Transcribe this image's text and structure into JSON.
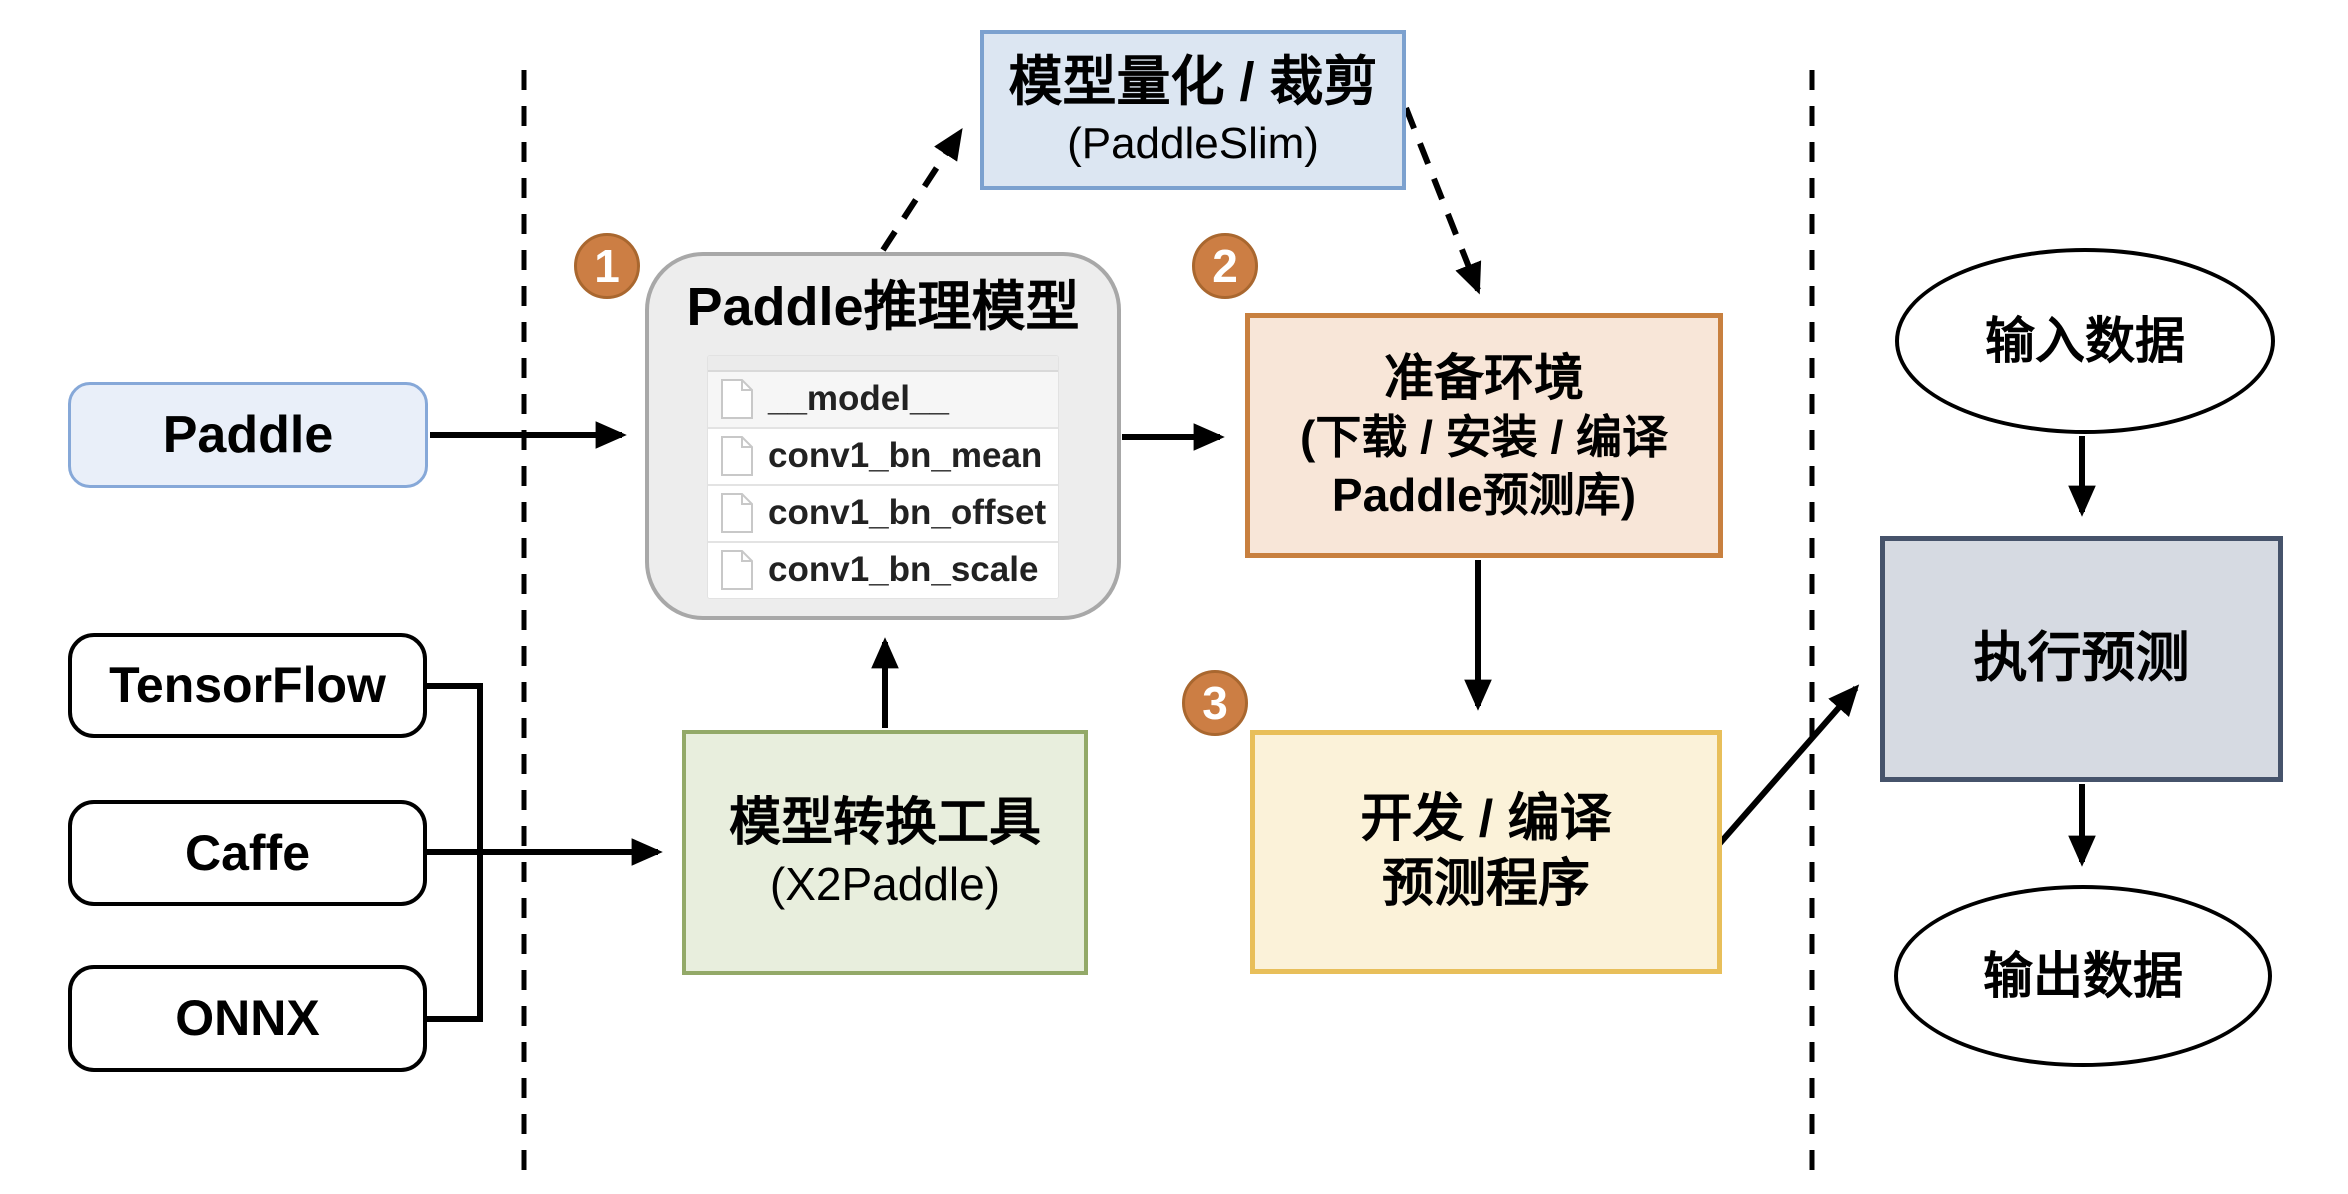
{
  "diagram": {
    "paddleslim": {
      "title": "模型量化 / 裁剪",
      "subtitle": "(PaddleSlim)"
    },
    "inference_model": {
      "title": "Paddle推理模型",
      "files": [
        "__model__",
        "conv1_bn_mean",
        "conv1_bn_offset",
        "conv1_bn_scale"
      ]
    },
    "sources": {
      "paddle": "Paddle",
      "tensorflow": "TensorFlow",
      "caffe": "Caffe",
      "onnx": "ONNX"
    },
    "converter": {
      "title": "模型转换工具",
      "subtitle": "(X2Paddle)"
    },
    "prepare_env": {
      "title": "准备环境",
      "line2": "(下载 / 安装 / 编译",
      "line3": "Paddle预测库)"
    },
    "dev_compile": {
      "line1": "开发 / 编译",
      "line2": "预测程序"
    },
    "run_inference": {
      "title": "执行预测"
    },
    "input_data": {
      "title": "输入数据"
    },
    "output_data": {
      "title": "输出数据"
    },
    "steps": {
      "one": "1",
      "two": "2",
      "three": "3"
    },
    "colors": {
      "blue_fill": "#dce6f2",
      "blue_border": "#7ca1cf",
      "lightblue_fill": "#e9eff9",
      "lightblue_border": "#86a8d8",
      "gray_fill": "#ededed",
      "gray_border": "#a8a8a8",
      "green_fill": "#e8eedd",
      "green_border": "#93a968",
      "orange_fill": "#f8e6d8",
      "orange_border": "#c8803f",
      "yellow_fill": "#fbf2d9",
      "yellow_border": "#e8bf5a",
      "slate_fill": "#d6dae2",
      "slate_border": "#46536b",
      "circle_fill": "#cc7e44",
      "circle_border": "#a9672f"
    }
  }
}
